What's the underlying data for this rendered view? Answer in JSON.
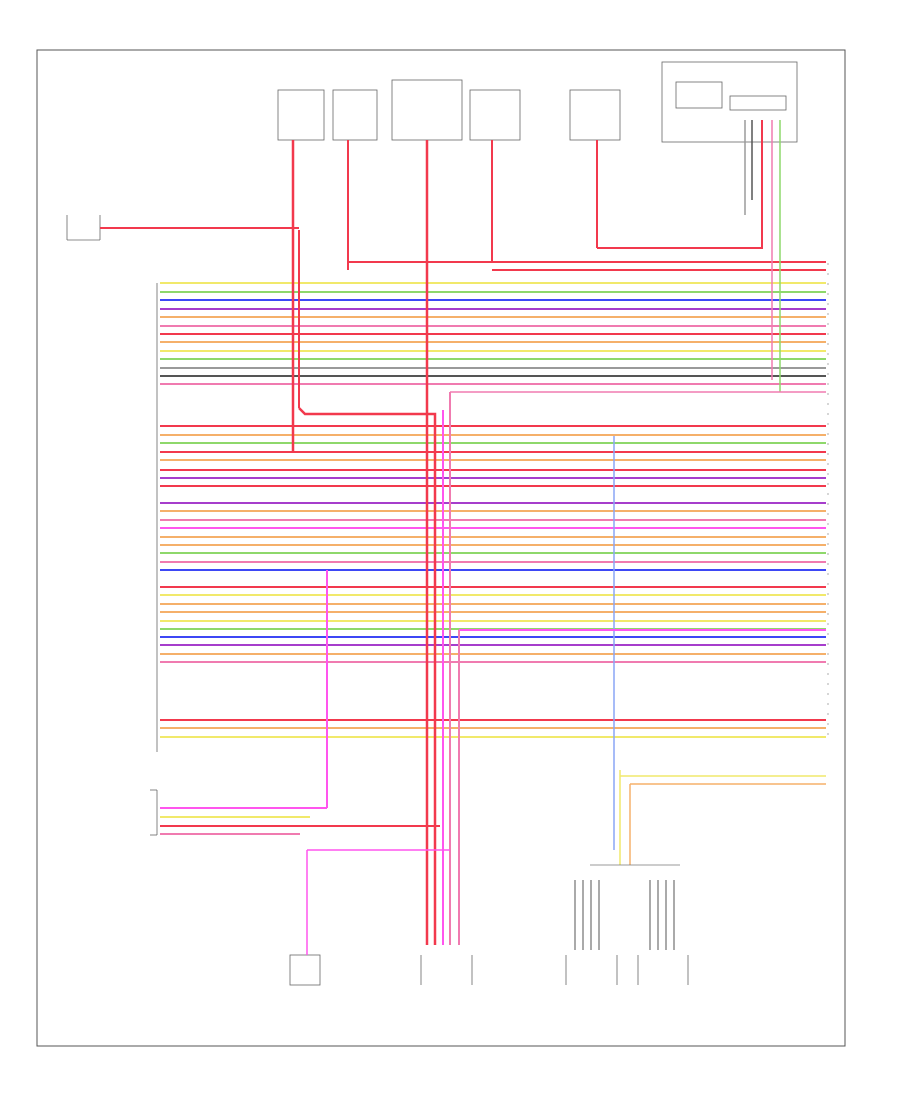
{
  "diagram": {
    "footer_code": "",
    "colors": {
      "red": "#f2394d",
      "pink": "#f07bb0",
      "magenta": "#ff55ee",
      "yellow": "#f1e96b",
      "green": "#8ed86b",
      "blue": "#3d47f5",
      "purple": "#a63dcc",
      "orange": "#f5b06a",
      "gray": "#9a9a9a",
      "dark": "#555555",
      "lightblue": "#8aa6f5"
    },
    "harness_colors": [
      "yellow",
      "green",
      "blue",
      "purple",
      "orange",
      "pink",
      "red",
      "orange",
      "yellow",
      "green",
      "gray",
      "dark",
      "pink",
      "red",
      "orange",
      "green",
      "red",
      "orange",
      "red",
      "purple",
      "red",
      "purple",
      "orange",
      "pink",
      "magenta",
      "orange",
      "orange",
      "green",
      "pink",
      "blue",
      "red",
      "yellow",
      "orange",
      "orange"
    ]
  }
}
